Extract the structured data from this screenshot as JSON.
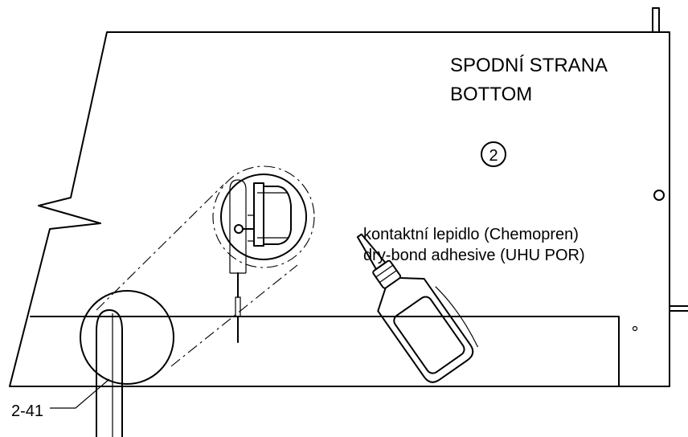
{
  "labels": {
    "side_cz": "SPODNÍ STRANA",
    "side_en": "BOTTOM",
    "part_number": "2",
    "adhesive_cz": "kontaktní lepidlo (Chemopren)",
    "adhesive_en": "dry-bond adhesive (UHU POR)",
    "callout": "2-41"
  },
  "icons": {
    "bottle": "adhesive-bottle-icon",
    "clip": "clip-detail-icon"
  },
  "colors": {
    "line": "#000000",
    "background": "#ffffff"
  }
}
